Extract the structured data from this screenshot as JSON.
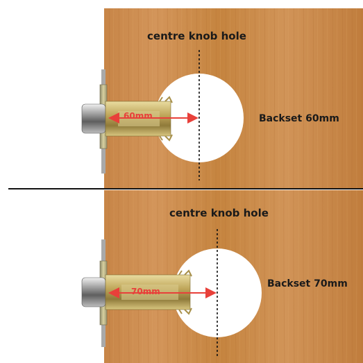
{
  "panels": {
    "top": {
      "heading": "centre knob hole",
      "backset_label": "Backset 60mm",
      "measurement": "60mm",
      "backset_mm": 60
    },
    "bottom": {
      "heading": "centre knob hole",
      "backset_label": "Backset 70mm",
      "measurement": "70mm",
      "backset_mm": 70
    }
  },
  "colors": {
    "wood": "#c9894c",
    "wood_dark": "#b8773d",
    "hole": "#ffffff",
    "arrow": "#e8403a",
    "latch_brass": "#c9b36a",
    "latch_chrome": "#9a9a9a",
    "divider": "#111111"
  }
}
